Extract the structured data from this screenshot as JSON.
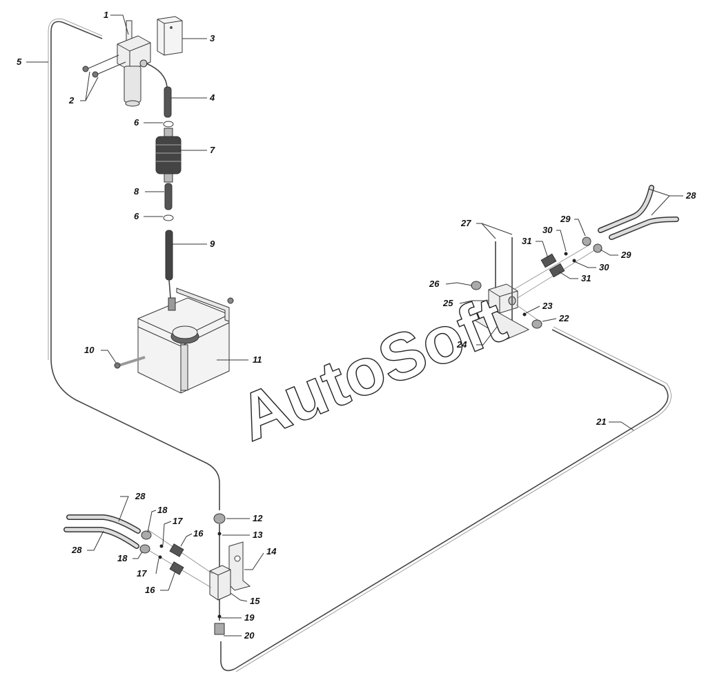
{
  "watermark": "AutoSoft",
  "callouts": [
    {
      "id": "c1",
      "label": "1"
    },
    {
      "id": "c2",
      "label": "2"
    },
    {
      "id": "c3",
      "label": "3"
    },
    {
      "id": "c4",
      "label": "4"
    },
    {
      "id": "c5",
      "label": "5"
    },
    {
      "id": "c6a",
      "label": "6"
    },
    {
      "id": "c6b",
      "label": "6"
    },
    {
      "id": "c7",
      "label": "7"
    },
    {
      "id": "c8",
      "label": "8"
    },
    {
      "id": "c9",
      "label": "9"
    },
    {
      "id": "c10",
      "label": "10"
    },
    {
      "id": "c11",
      "label": "11"
    },
    {
      "id": "c12",
      "label": "12"
    },
    {
      "id": "c13",
      "label": "13"
    },
    {
      "id": "c14",
      "label": "14"
    },
    {
      "id": "c15",
      "label": "15"
    },
    {
      "id": "c16a",
      "label": "16"
    },
    {
      "id": "c16b",
      "label": "16"
    },
    {
      "id": "c17a",
      "label": "17"
    },
    {
      "id": "c17b",
      "label": "17"
    },
    {
      "id": "c18a",
      "label": "18"
    },
    {
      "id": "c18b",
      "label": "18"
    },
    {
      "id": "c19",
      "label": "19"
    },
    {
      "id": "c20",
      "label": "20"
    },
    {
      "id": "c21",
      "label": "21"
    },
    {
      "id": "c22",
      "label": "22"
    },
    {
      "id": "c23",
      "label": "23"
    },
    {
      "id": "c24",
      "label": "24"
    },
    {
      "id": "c25",
      "label": "25"
    },
    {
      "id": "c26",
      "label": "26"
    },
    {
      "id": "c27",
      "label": "27"
    },
    {
      "id": "c28a",
      "label": "28"
    },
    {
      "id": "c28b",
      "label": "28"
    },
    {
      "id": "c28c",
      "label": "28"
    },
    {
      "id": "c29a",
      "label": "29"
    },
    {
      "id": "c29b",
      "label": "29"
    },
    {
      "id": "c30a",
      "label": "30"
    },
    {
      "id": "c30b",
      "label": "30"
    },
    {
      "id": "c31a",
      "label": "31"
    },
    {
      "id": "c31b",
      "label": "31"
    }
  ]
}
